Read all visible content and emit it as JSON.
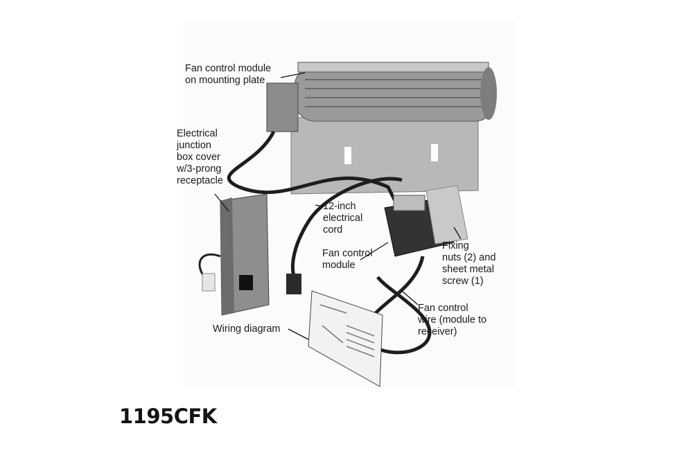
{
  "labels": {
    "fan_module_plate": [
      "Fan control module",
      "on mounting plate"
    ],
    "junction_box": [
      "Electrical",
      "junction",
      "box cover",
      "w/3-prong",
      "receptacle"
    ],
    "cord": [
      "12-inch",
      "electrical",
      "cord"
    ],
    "fan_module": [
      "Fan control",
      "module"
    ],
    "fixing": [
      "Fixing",
      "nuts (2) and",
      "sheet metal",
      "screw (1)"
    ],
    "wire": [
      "Fan control",
      "wire (module to",
      "receiver)"
    ],
    "wiring_diagram": "Wiring diagram"
  },
  "model": "1195CFK"
}
